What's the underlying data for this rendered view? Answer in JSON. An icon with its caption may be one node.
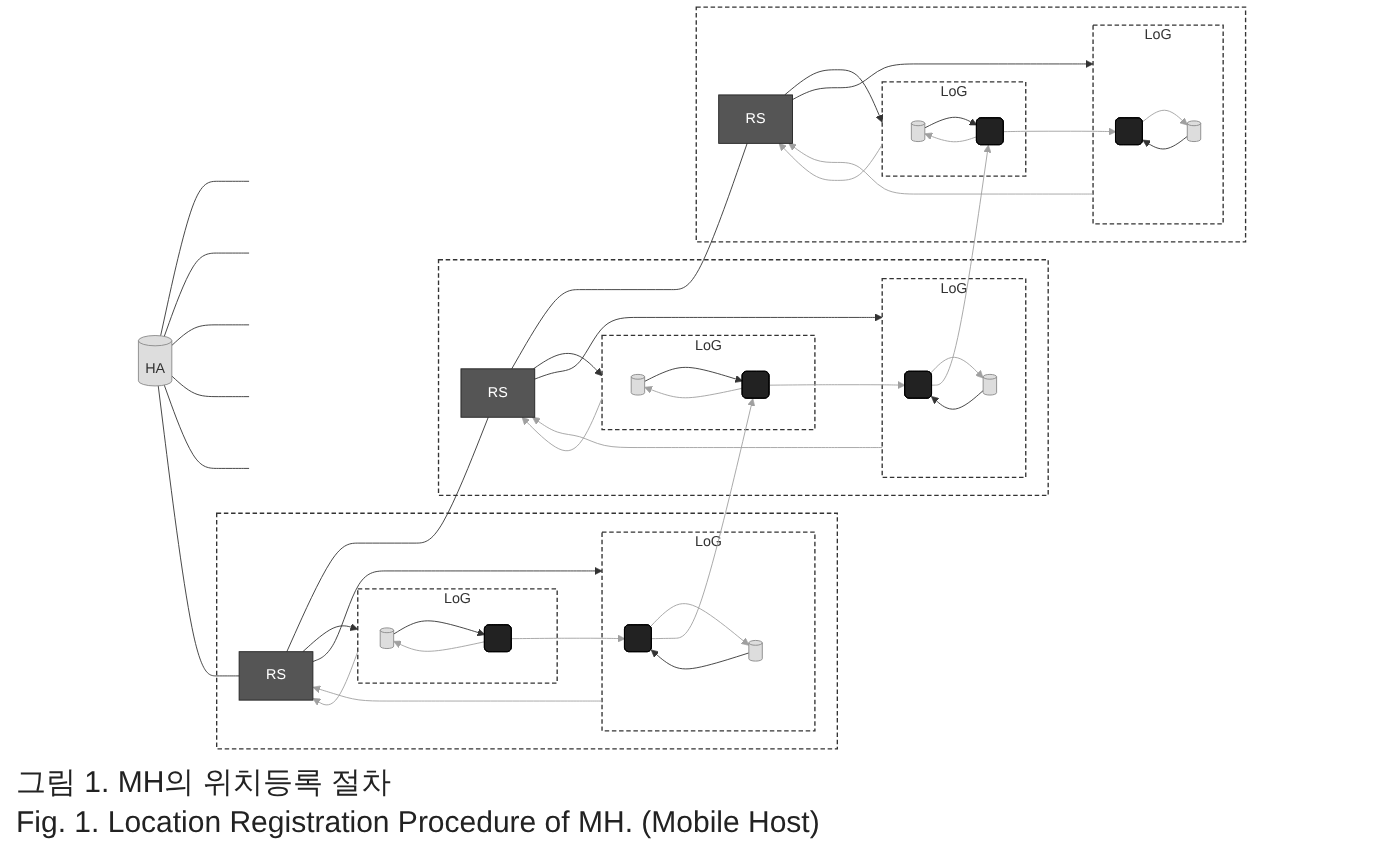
{
  "diagram": {
    "caption": "그림 1. MH의 위치등록 절차",
    "nodes": [
      {
        "text": [
          "HA"
        ]
      },
      {
        "text": [],
        "shape": "box"
      },
      {
        "text": [
          "RS"
        ],
        "in": 1
      },
      {
        "text": [
          "LoG"
        ],
        "in": 1
      },
      {
        "text": [],
        "shape": "cylinder",
        "in": 3
      },
      {
        "text": [],
        "shape": "phone",
        "in": 3
      },
      {
        "text": [
          "LoG"
        ],
        "in": 1
      },
      {
        "text": [],
        "shape": "cylinder",
        "in": 6
      },
      {
        "text": [],
        "shape": "phone",
        "in": 6
      },
      {
        "text": [],
        "shape": "box"
      },
      {
        "text": [
          "RS"
        ],
        "in": 9
      },
      {
        "text": [
          "LoG"
        ],
        "in": 9
      },
      {
        "text": [],
        "shape": "cylinder",
        "in": 11
      },
      {
        "text": [],
        "shape": "phone",
        "in": 11
      },
      {
        "text": [
          "LoG"
        ],
        "in": 9
      },
      {
        "text": [],
        "shape": "cylinder",
        "in": 14
      },
      {
        "text": [],
        "shape": "phone",
        "in": 14
      },
      {
        "text": [],
        "shape": "box"
      },
      {
        "text": [
          "RS"
        ],
        "in": 17
      },
      {
        "text": [
          "LoG"
        ],
        "in": 17
      },
      {
        "text": [],
        "shape": "cylinder",
        "in": 19
      },
      {
        "text": [],
        "shape": "phone",
        "in": 19
      },
      {
        "text": [
          "LoG"
        ],
        "in": 17
      },
      {
        "text": [],
        "shape": "cylinder",
        "in": 22
      },
      {
        "text": [],
        "shape": "phone",
        "in": 22
      }
    ],
    "edges": [
      {
        "from": 0,
        "to": null,
        "arrow": "none"
      },
      {
        "from": 0,
        "to": null,
        "arrow": "none"
      },
      {
        "from": 0,
        "to": null,
        "arrow": "none"
      },
      {
        "from": 0,
        "to": null,
        "arrow": "none"
      },
      {
        "from": 0,
        "to": null,
        "arrow": "none"
      },
      {
        "from": 0,
        "to": 2,
        "arrow": "none"
      },
      {
        "from": 2,
        "to": 10,
        "arrow": "none"
      },
      {
        "from": 10,
        "to": 18,
        "arrow": "none"
      },
      {
        "from": 2,
        "to": 3,
        "arrow": "to"
      },
      {
        "from": 3,
        "to": 2,
        "arrow": "to",
        "color": "#a0a0a0"
      },
      {
        "from": 2,
        "to": 6,
        "arrow": "to"
      },
      {
        "from": 6,
        "to": 2,
        "arrow": "to",
        "color": "#a0a0a0"
      },
      {
        "from": 4,
        "to": 5,
        "arrow": "to"
      },
      {
        "from": 5,
        "to": 4,
        "arrow": "to",
        "color": "#a0a0a0"
      },
      {
        "from": 7,
        "to": 8,
        "arrow": "to"
      },
      {
        "from": 8,
        "to": 7,
        "arrow": "to",
        "color": "#a0a0a0"
      },
      {
        "from": 10,
        "to": 11,
        "arrow": "to"
      },
      {
        "from": 11,
        "to": 10,
        "arrow": "to",
        "color": "#a0a0a0"
      },
      {
        "from": 10,
        "to": 14,
        "arrow": "to"
      },
      {
        "from": 14,
        "to": 10,
        "arrow": "to",
        "color": "#a0a0a0"
      },
      {
        "from": 12,
        "to": 13,
        "arrow": "to"
      },
      {
        "from": 13,
        "to": 12,
        "arrow": "to",
        "color": "#a0a0a0"
      },
      {
        "from": 15,
        "to": 16,
        "arrow": "to"
      },
      {
        "from": 16,
        "to": 15,
        "arrow": "to",
        "color": "#a0a0a0"
      },
      {
        "from": 18,
        "to": 19,
        "arrow": "to"
      },
      {
        "from": 19,
        "to": 18,
        "arrow": "to",
        "color": "#a0a0a0"
      },
      {
        "from": 18,
        "to": 22,
        "arrow": "to"
      },
      {
        "from": 22,
        "to": 18,
        "arrow": "to",
        "color": "#a0a0a0"
      },
      {
        "from": 20,
        "to": 21,
        "arrow": "to"
      },
      {
        "from": 21,
        "to": 20,
        "arrow": "to",
        "color": "#a0a0a0"
      },
      {
        "from": 23,
        "to": 24,
        "arrow": "to"
      },
      {
        "from": 24,
        "to": 23,
        "arrow": "to",
        "color": "#a0a0a0"
      },
      {
        "from": 5,
        "to": 8,
        "arrow": "to",
        "color": "#a0a0a0"
      },
      {
        "from": 8,
        "to": 13,
        "arrow": "to",
        "color": "#a0a0a0"
      },
      {
        "from": 13,
        "to": 16,
        "arrow": "to",
        "color": "#a0a0a0"
      },
      {
        "from": 16,
        "to": 21,
        "arrow": "to",
        "color": "#a0a0a0"
      },
      {
        "from": 21,
        "to": 24,
        "arrow": "to",
        "color": "#a0a0a0"
      }
    ],
    "labels": [
      "Fig. 1. Location Registration Procedure of MH. (Mobile Host)"
    ]
  }
}
